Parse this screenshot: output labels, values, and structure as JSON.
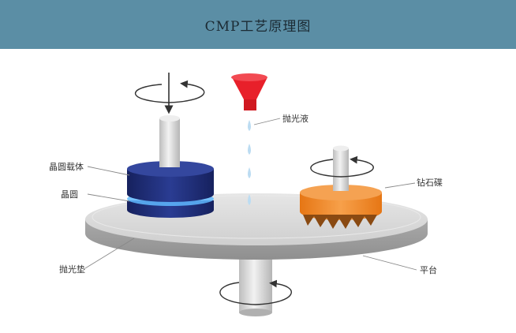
{
  "header": {
    "title": "CMP工艺原理图"
  },
  "labels": {
    "slurry": "抛光液",
    "wafer_carrier": "晶圆载体",
    "wafer": "晶圆",
    "diamond_disk": "钻石碟",
    "polishing_pad": "抛光垫",
    "platen": "平台"
  },
  "colors": {
    "header_bg": "#5b8ea5",
    "carrier": "#1f2f7a",
    "wafer_glow": "#3fa5ff",
    "slurry_nozzle": "#e8202a",
    "slurry_drop": "#bcdcf2",
    "diamond_disk": "#f08a22",
    "platen": "#d0d0d0",
    "shaft": "#dcdcdc",
    "arrow": "#333333"
  },
  "icons": [
    "rotation-arrow-icon",
    "down-arrow-icon",
    "slurry-nozzle-icon",
    "slurry-drop-icon"
  ]
}
